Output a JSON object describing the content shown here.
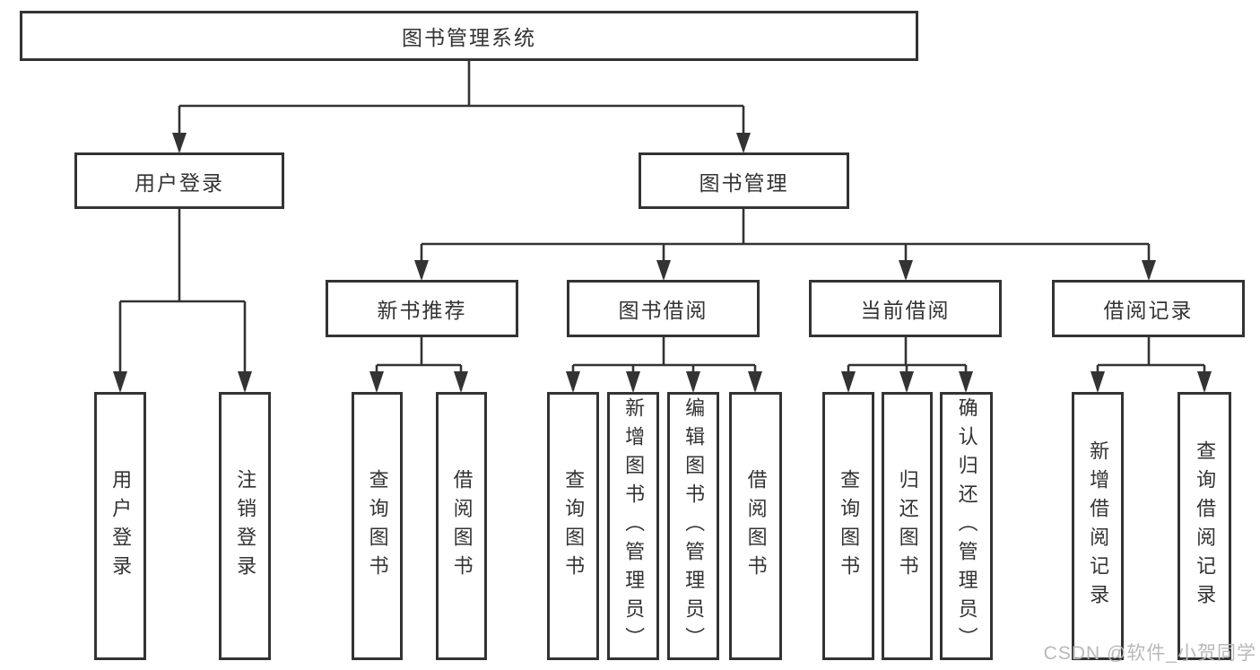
{
  "tree": {
    "root": {
      "label": "图书管理系统"
    },
    "branches": [
      {
        "label": "用户登录",
        "children": [
          {
            "label": "用户登录"
          },
          {
            "label": "注销登录"
          }
        ]
      },
      {
        "label": "图书管理",
        "children": [
          {
            "label": "新书推荐",
            "children": [
              {
                "label": "查询图书"
              },
              {
                "label": "借阅图书"
              }
            ]
          },
          {
            "label": "图书借阅",
            "children": [
              {
                "label": "查询图书"
              },
              {
                "label": "新增图书（管理员）"
              },
              {
                "label": "编辑图书（管理员）"
              },
              {
                "label": "借阅图书"
              }
            ]
          },
          {
            "label": "当前借阅",
            "children": [
              {
                "label": "查询图书"
              },
              {
                "label": "归还图书"
              },
              {
                "label": "确认归还（管理员）"
              }
            ]
          },
          {
            "label": "借阅记录",
            "children": [
              {
                "label": "新增借阅记录"
              },
              {
                "label": "查询借阅记录"
              }
            ]
          }
        ]
      }
    ]
  },
  "watermark": {
    "text": "CSDN @软件_小贺同学"
  },
  "colors": {
    "line": "#333333",
    "box_border": "#333333",
    "box_fill": "#ffffff",
    "text": "#333333",
    "watermark_text": "#b9b9b9",
    "background": "#ffffff"
  }
}
